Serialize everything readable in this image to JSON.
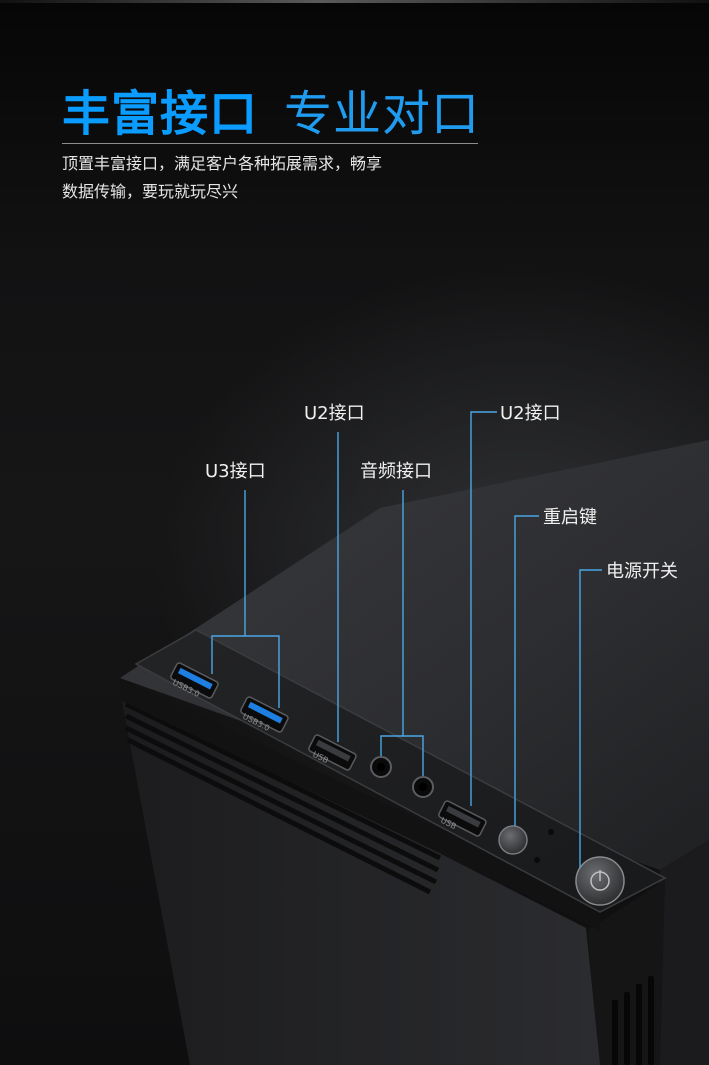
{
  "headline": {
    "title_strong": "丰富接口",
    "title_light": "专业对口",
    "subtitle_line1": "顶置丰富接口，满足客户各种拓展需求，畅享",
    "subtitle_line2": "数据传输，要玩就玩尽兴"
  },
  "callouts": {
    "u2_left": "U2接口",
    "u2_right": "U2接口",
    "u3": "U3接口",
    "audio": "音频接口",
    "reset": "重启键",
    "power": "电源开关"
  },
  "port_labels": {
    "usb3_a": "USB3.0",
    "usb3_b": "USB3.0",
    "usb_a": "USB",
    "usb_b": "USB"
  },
  "colors": {
    "accent": "#0a9cff",
    "callout_line": "#4aa6e6",
    "usb3_tongue": "#1f7fe0"
  }
}
